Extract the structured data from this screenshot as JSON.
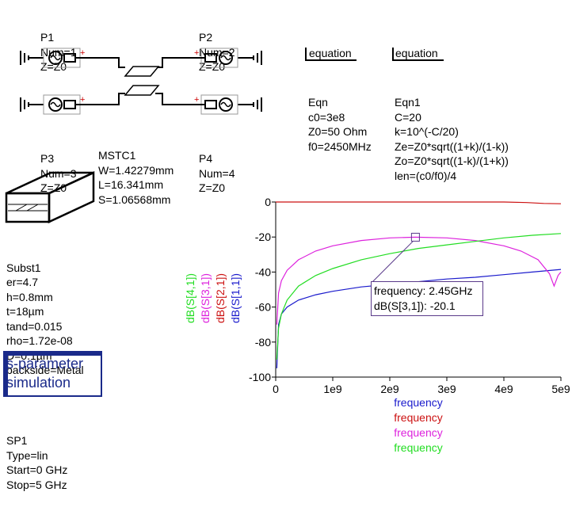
{
  "ports": {
    "p1": [
      "P1",
      "Num=1",
      "Z=Z0"
    ],
    "p2": [
      "P2",
      "Num=2",
      "Z=Z0"
    ],
    "p3": [
      "P3",
      "Num=3",
      "Z=Z0"
    ],
    "p4": [
      "P4",
      "Num=4",
      "Z=Z0"
    ]
  },
  "mstc": [
    "MSTC1",
    "W=1.42279mm",
    "L=16.341mm",
    "S=1.06568mm"
  ],
  "equations": {
    "eqn": {
      "header": "equation",
      "lines": [
        "Eqn",
        "c0=3e8",
        "Z0=50 Ohm",
        "f0=2450MHz"
      ]
    },
    "eqn1": {
      "header": "equation",
      "lines": [
        "Eqn1",
        "C=20",
        "k=10^(-C/20)",
        "Ze=Z0*sqrt((1+k)/(1-k))",
        "Zo=Z0*sqrt((1-k)/(1+k))",
        "len=(c0/f0)/4"
      ]
    }
  },
  "substrate": [
    "Subst1",
    "er=4.7",
    "h=0.8mm",
    "t=18µm",
    "tand=0.015",
    "rho=1.72e-08",
    "D=0.1µm",
    "backside=Metal"
  ],
  "simulation": {
    "title": "s-parameter\nsimulation",
    "lines": [
      "SP1",
      "Type=lin",
      "Start=0 GHz",
      "Stop=5 GHz"
    ]
  },
  "marker": {
    "line1": "frequency: 2.45GHz",
    "line2": "dB(S[3,1]): -20.1"
  },
  "colors": {
    "s41": "#22dd22",
    "s31": "#dd22dd",
    "s21": "#cc1111",
    "s11": "#1a1acc"
  },
  "chart_data": {
    "type": "line",
    "xlim": [
      0,
      5000000000.0
    ],
    "ylim": [
      -100,
      0
    ],
    "x_ticks": [
      "0",
      "1e9",
      "2e9",
      "3e9",
      "4e9",
      "5e9"
    ],
    "y_ticks": [
      "0",
      "-20",
      "-40",
      "-60",
      "-80",
      "-100"
    ],
    "ylabels": [
      "dB(S[4,1])",
      "dB(S[3,1])",
      "dB(S[2,1])",
      "dB(S[1,1])"
    ],
    "xlabels": [
      "frequency",
      "frequency",
      "frequency",
      "frequency"
    ],
    "series": [
      {
        "name": "dB(S[1,1])",
        "x": [
          20000000.0,
          50000000.0,
          100000000.0,
          200000000.0,
          400000000.0,
          700000000.0,
          1000000000.0,
          1500000000.0,
          2000000000.0,
          2500000000.0,
          3000000000.0,
          3500000000.0,
          4000000000.0,
          4500000000.0,
          5000000000.0
        ],
        "y": [
          -95,
          -70,
          -64,
          -60,
          -56,
          -53,
          -51,
          -48.5,
          -47,
          -45.5,
          -44,
          -43,
          -41.5,
          -40,
          -38.5
        ]
      },
      {
        "name": "dB(S[2,1])",
        "x": [
          0,
          1000000000.0,
          2000000000.0,
          3000000000.0,
          4000000000.0,
          4400000000.0,
          4700000000.0,
          5000000000.0
        ],
        "y": [
          0,
          0,
          0,
          0,
          0,
          -0.3,
          -0.8,
          -1
        ]
      },
      {
        "name": "dB(S[3,1])",
        "x": [
          20000000.0,
          50000000.0,
          100000000.0,
          200000000.0,
          400000000.0,
          700000000.0,
          1000000000.0,
          1500000000.0,
          2000000000.0,
          2450000000.0,
          3000000000.0,
          3500000000.0,
          4000000000.0,
          4300000000.0,
          4600000000.0,
          4800000000.0,
          4880000000.0,
          4950000000.0,
          5000000000.0
        ],
        "y": [
          -70,
          -52,
          -45,
          -39,
          -33,
          -28,
          -25,
          -22,
          -20.5,
          -20.1,
          -20.5,
          -22,
          -25,
          -28,
          -33,
          -41,
          -48,
          -42,
          -40
        ]
      },
      {
        "name": "dB(S[4,1])",
        "x": [
          20000000.0,
          50000000.0,
          100000000.0,
          200000000.0,
          400000000.0,
          700000000.0,
          1000000000.0,
          1500000000.0,
          2000000000.0,
          2500000000.0,
          3000000000.0,
          3500000000.0,
          4000000000.0,
          4500000000.0,
          5000000000.0
        ],
        "y": [
          -90,
          -72,
          -64,
          -56,
          -48,
          -42,
          -38,
          -33,
          -29.5,
          -26.5,
          -24.5,
          -22.5,
          -20.5,
          -19,
          -18
        ]
      }
    ],
    "marker": {
      "x": 2450000000.0,
      "y": -20.1
    }
  }
}
